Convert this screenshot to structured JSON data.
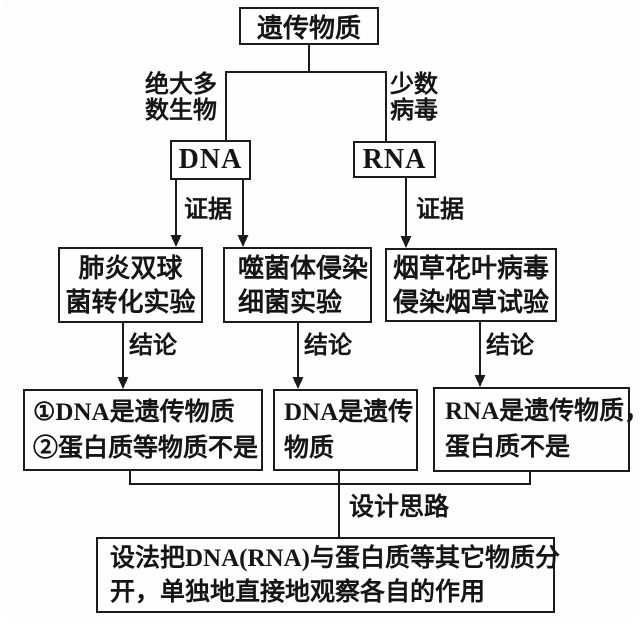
{
  "colors": {
    "ink": "#1b1b1b",
    "background": "#fefefe"
  },
  "nodes": {
    "root": "遗传物质",
    "dna": "DNA",
    "rna": "RNA",
    "experiments": [
      {
        "line1": "肺炎双球",
        "line2": "菌转化实验"
      },
      {
        "line1": "噬菌体侵染",
        "line2": "细菌实验"
      },
      {
        "line1": "烟草花叶病毒",
        "line2": "侵染烟草试验"
      }
    ],
    "conclusions": [
      {
        "line1": "①DNA是遗传物质",
        "line2": "②蛋白质等物质不是"
      },
      {
        "line1": "DNA是遗传",
        "line2": "物质"
      },
      {
        "line1": "RNA是遗传物质，",
        "line2": "蛋白质不是"
      }
    ],
    "summary": {
      "line1": "设法把DNA(RNA)与蛋白质等其它物质分",
      "line2": "开，单独地直接地观察各自的作用"
    }
  },
  "edge_labels": {
    "branch_left": {
      "line1": "绝大多",
      "line2": "数生物"
    },
    "branch_right": {
      "line1": "少数",
      "line2": "病毒"
    },
    "evidence_dna": "证据",
    "evidence_rna": "证据",
    "conclusion_left": "结论",
    "conclusion_mid": "结论",
    "conclusion_right": "结论",
    "design": "设计思路"
  }
}
